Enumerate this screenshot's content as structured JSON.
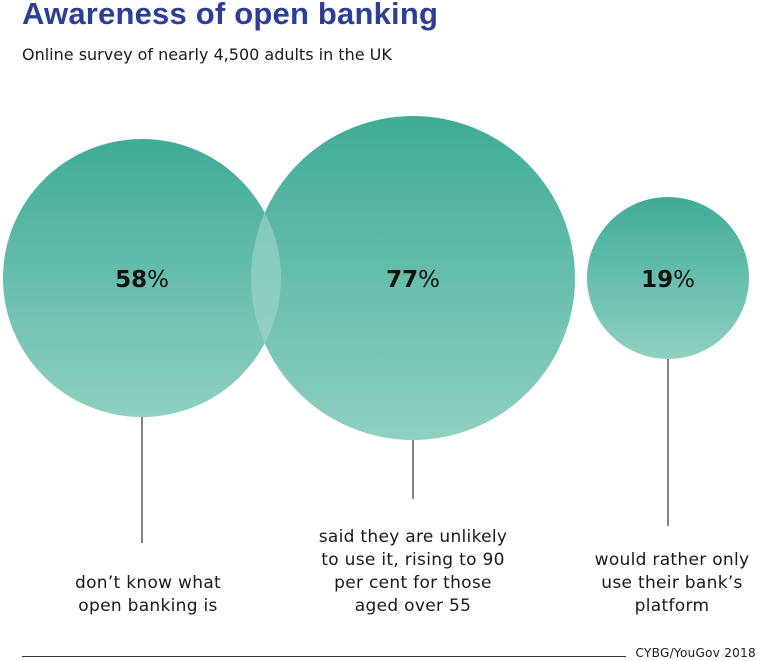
{
  "header": {
    "title": "Awareness of open banking",
    "subtitle": "Online survey of nearly 4,500 adults in the UK"
  },
  "chart_data": {
    "type": "bubble",
    "title": "Awareness of open banking",
    "subtitle": "Online survey of nearly 4,500 adults in the UK",
    "unit": "%",
    "series": [
      {
        "value": 58,
        "label": "don’t know what\nopen banking is"
      },
      {
        "value": 77,
        "label": "said they are unlikely\nto use it, rising to 90\nper cent for those\naged over 55"
      },
      {
        "value": 19,
        "label": "would rather only\nuse their bank’s\nplatform"
      }
    ],
    "colors": {
      "top": "#3fab97",
      "bottom": "#8fd0c2",
      "overlap": "#a8d9cd"
    }
  },
  "footer": {
    "source": "CYBG/YouGov 2018"
  }
}
